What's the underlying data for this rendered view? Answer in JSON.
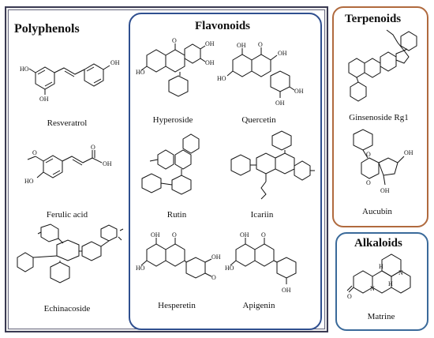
{
  "groups": {
    "polyphenols": {
      "title": "Polyphenols",
      "compounds": [
        "Resveratrol",
        "Ferulic acid",
        "Echinacoside"
      ]
    },
    "flavonoids": {
      "title": "Flavonoids",
      "compounds": [
        "Hyperoside",
        "Quercetin",
        "Rutin",
        "Icariin",
        "Hesperetin",
        "Apigenin"
      ]
    },
    "terpenoids": {
      "title": "Terpenoids",
      "compounds": [
        "Ginsenoside Rg1",
        "Aucubin"
      ]
    },
    "alkaloids": {
      "title": "Alkaloids",
      "compounds": [
        "Matrine"
      ]
    }
  },
  "colors": {
    "polyphenols_border": "#3a3a52",
    "flavonoids_border": "#2f4f8f",
    "terpenoids_border": "#b06a3e",
    "alkaloids_border": "#3a6a9a"
  },
  "atoms": {
    "hydroxyl": "OH",
    "ho": "HO",
    "oxygen": "O",
    "hydrogen": "H",
    "nitrogen": "N"
  }
}
